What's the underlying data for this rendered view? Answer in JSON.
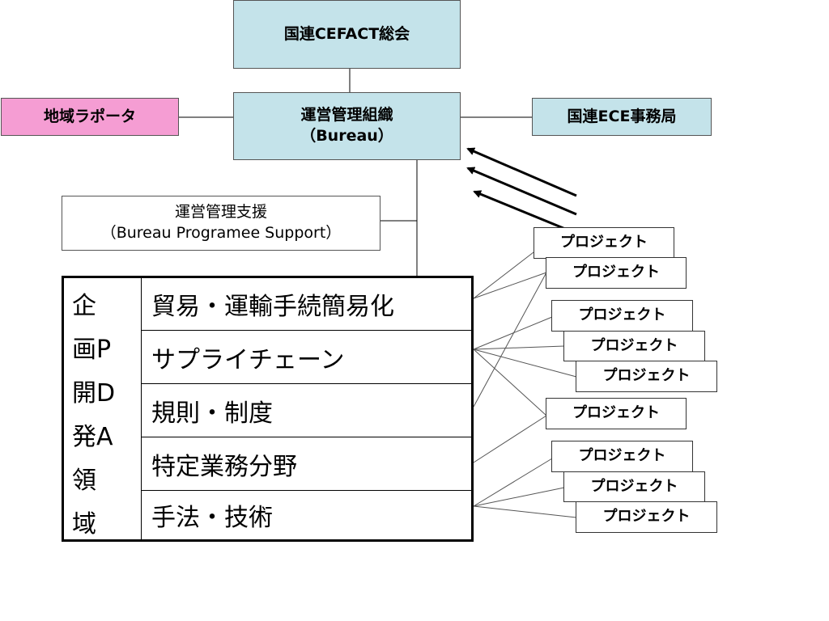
{
  "general_assembly": "国連CEFACT総会",
  "bureau": {
    "line1": "運営管理組織",
    "line2": "（Bureau）"
  },
  "rapporteur": "地域ラポータ",
  "ece_secretariat": "国連ECE事務局",
  "support": {
    "line1": "運営管理支援",
    "line2": "（Bureau Programee Support）"
  },
  "field_label": [
    "企",
    "画P",
    "開D",
    "発A",
    "領",
    "域"
  ],
  "fields": [
    "貿易・運輸手続簡易化",
    "サプライチェーン",
    "規則・制度",
    "特定業務分野",
    "手法・技術"
  ],
  "projects": [
    "プロジェクト",
    "プロジェクト",
    "プロジェクト",
    "プロジェクト",
    "プロジェクト",
    "プロジェクト",
    "プロジェクト",
    "プロジェクト",
    "プロジェクト"
  ],
  "colors": {
    "assembly": "#c4e3ea",
    "bureau": "#c4e3ea",
    "rapporteur": "#f59dd3"
  }
}
